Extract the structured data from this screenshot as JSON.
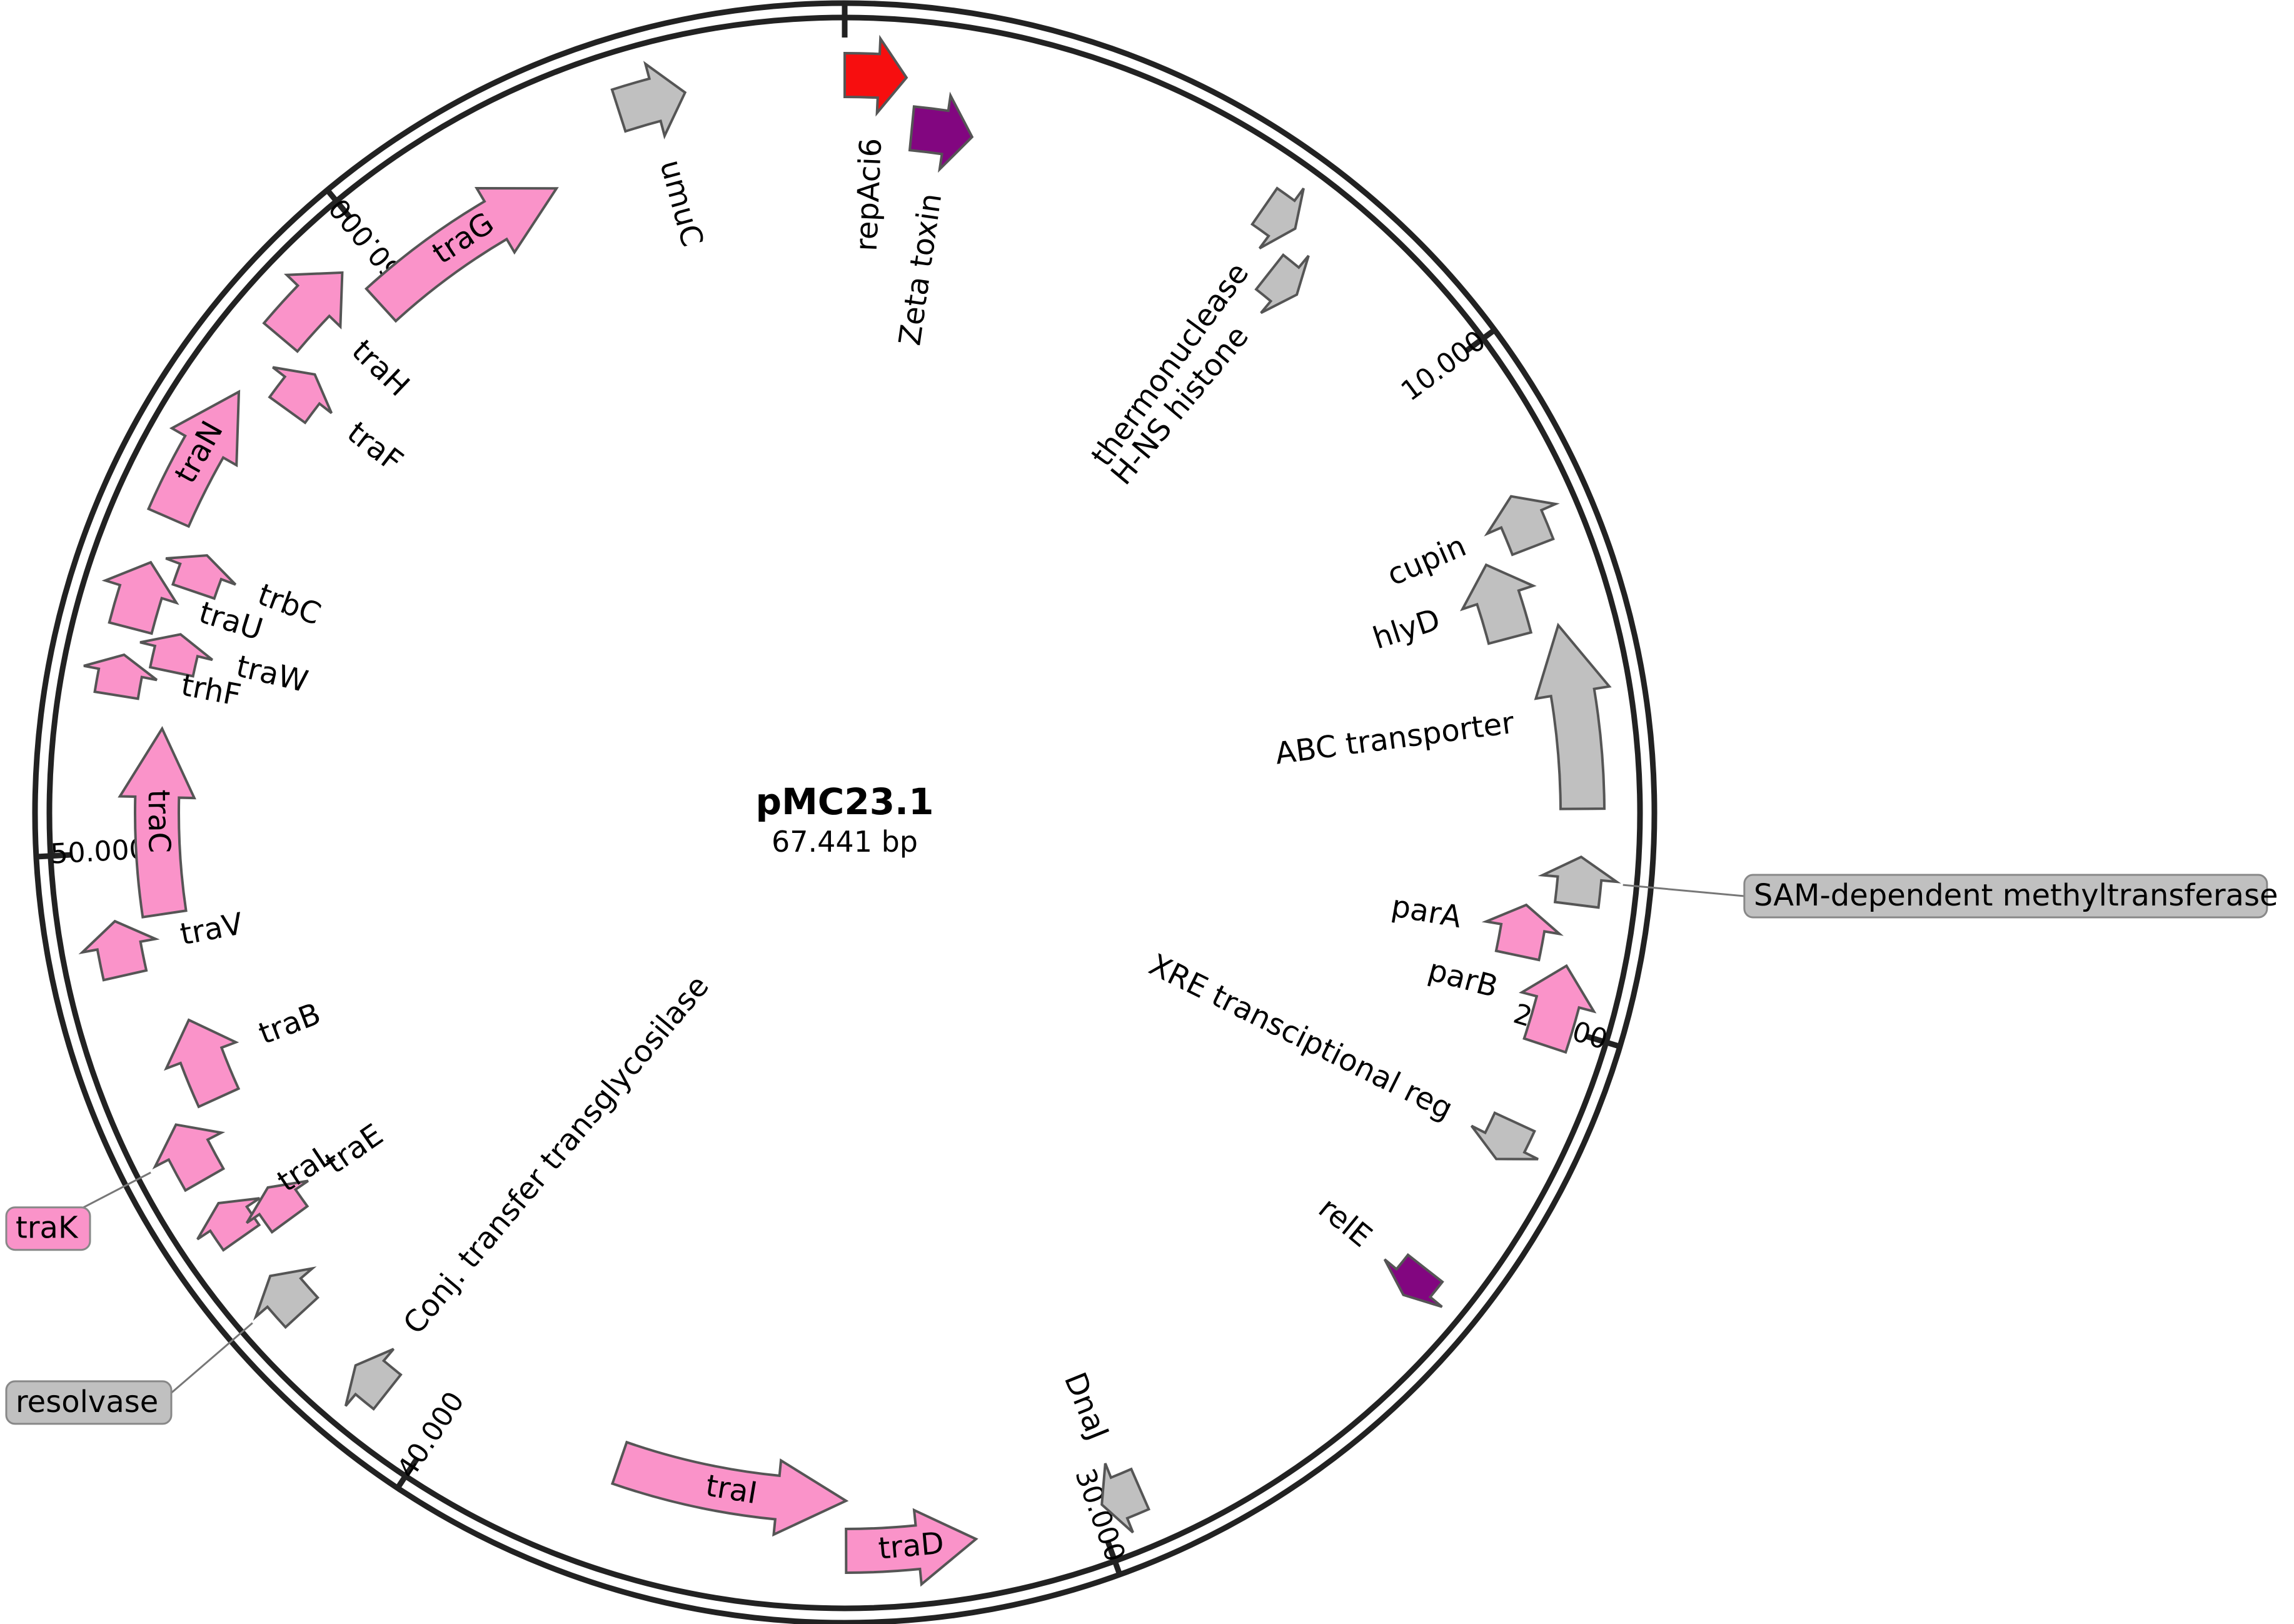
{
  "plasmid": {
    "name": "pMC23.1",
    "length_label": "67.441 bp",
    "length_bp": 67441
  },
  "colors": {
    "tra": "#fa93c9",
    "other": "#c0c0c0",
    "rep": "#f70e0f",
    "toxin": "#820680",
    "outline": "#555555",
    "backbone": "#222222"
  },
  "ticks": [
    {
      "bp": 0,
      "label": ""
    },
    {
      "bp": 10000,
      "label": "10.000"
    },
    {
      "bp": 20000,
      "label": "20.000"
    },
    {
      "bp": 30000,
      "label": "30.000"
    },
    {
      "bp": 40000,
      "label": "40.000"
    },
    {
      "bp": 50000,
      "label": "50.000"
    },
    {
      "bp": 60000,
      "label": "60.000"
    }
  ],
  "features": [
    {
      "name": "repAci6",
      "start": 0,
      "end": 900,
      "strand": 1,
      "color": "rep",
      "label_mode": "out"
    },
    {
      "name": "Zeta toxin",
      "start": 1050,
      "end": 2000,
      "strand": 1,
      "color": "toxin",
      "label_mode": "out"
    },
    {
      "name": "thermonuclease",
      "start": 6500,
      "end": 7050,
      "strand": 1,
      "color": "other",
      "label_mode": "out"
    },
    {
      "name": "H-NS histone",
      "start": 7150,
      "end": 7700,
      "strand": 1,
      "color": "other",
      "label_mode": "out"
    },
    {
      "name": "cupin",
      "start": 12100,
      "end": 12900,
      "strand": -1,
      "color": "other",
      "label_mode": "out"
    },
    {
      "name": "hlyD",
      "start": 12900,
      "end": 14100,
      "strand": -1,
      "color": "other",
      "label_mode": "out"
    },
    {
      "name": "ABC transporter",
      "start": 14100,
      "end": 16800,
      "strand": -1,
      "color": "other",
      "label_mode": "out"
    },
    {
      "name": "SAM-dependent methyltransferase",
      "start": 17500,
      "end": 18200,
      "strand": -1,
      "color": "other",
      "label_mode": "callout"
    },
    {
      "name": "parA",
      "start": 18300,
      "end": 19100,
      "strand": -1,
      "color": "tra",
      "label_mode": "out"
    },
    {
      "name": "parB",
      "start": 19100,
      "end": 20300,
      "strand": -1,
      "color": "tra",
      "label_mode": "out"
    },
    {
      "name": "XRE transciptional reg",
      "start": 21500,
      "end": 22100,
      "strand": 1,
      "color": "other",
      "label_mode": "out"
    },
    {
      "name": "relE",
      "start": 24000,
      "end": 24500,
      "strand": 1,
      "color": "toxin",
      "label_mode": "out"
    },
    {
      "name": "DnaJ",
      "start": 29300,
      "end": 29900,
      "strand": 1,
      "color": "other",
      "label_mode": "out"
    },
    {
      "name": "traD",
      "start": 31800,
      "end": 33700,
      "strand": -1,
      "color": "tra",
      "label_mode": "in"
    },
    {
      "name": "traI",
      "start": 33700,
      "end": 37300,
      "strand": -1,
      "color": "tra",
      "label_mode": "in"
    },
    {
      "name": "Conj. transfer transglycosilase",
      "start": 40900,
      "end": 41500,
      "strand": 1,
      "color": "other",
      "label_mode": "out"
    },
    {
      "name": "resolvase",
      "start": 42600,
      "end": 43300,
      "strand": 1,
      "color": "other",
      "label_mode": "callout"
    },
    {
      "name": "traL",
      "start": 44000,
      "end": 44600,
      "strand": 1,
      "color": "tra",
      "label_mode": "out"
    },
    {
      "name": "traE",
      "start": 43800,
      "end": 44400,
      "strand": 1,
      "color": "tra",
      "label_mode": "out"
    },
    {
      "name": "traK",
      "start": 45000,
      "end": 45900,
      "strand": 1,
      "color": "tra",
      "label_mode": "callout"
    },
    {
      "name": "traB",
      "start": 46000,
      "end": 47300,
      "strand": 1,
      "color": "tra",
      "label_mode": "out"
    },
    {
      "name": "traV",
      "start": 48200,
      "end": 49000,
      "strand": 1,
      "color": "tra",
      "label_mode": "out"
    },
    {
      "name": "traC",
      "start": 49000,
      "end": 51900,
      "strand": 1,
      "color": "tra",
      "label_mode": "in"
    },
    {
      "name": "trhF",
      "start": 52300,
      "end": 52900,
      "strand": 1,
      "color": "tra",
      "label_mode": "out"
    },
    {
      "name": "traW",
      "start": 52800,
      "end": 53400,
      "strand": 1,
      "color": "tra",
      "label_mode": "out"
    },
    {
      "name": "traU",
      "start": 53300,
      "end": 54300,
      "strand": 1,
      "color": "tra",
      "label_mode": "out"
    },
    {
      "name": "trbC",
      "start": 54100,
      "end": 54700,
      "strand": 1,
      "color": "tra",
      "label_mode": "out"
    },
    {
      "name": "traN",
      "start": 55000,
      "end": 57100,
      "strand": 1,
      "color": "tra",
      "label_mode": "in"
    },
    {
      "name": "traF",
      "start": 57300,
      "end": 58000,
      "strand": 1,
      "color": "tra",
      "label_mode": "out"
    },
    {
      "name": "traH",
      "start": 58100,
      "end": 59400,
      "strand": 1,
      "color": "tra",
      "label_mode": "out"
    },
    {
      "name": "traG",
      "start": 59500,
      "end": 62800,
      "strand": 1,
      "color": "tra",
      "label_mode": "in"
    },
    {
      "name": "umuC",
      "start": 64100,
      "end": 65100,
      "strand": 1,
      "color": "other",
      "label_mode": "out"
    }
  ]
}
